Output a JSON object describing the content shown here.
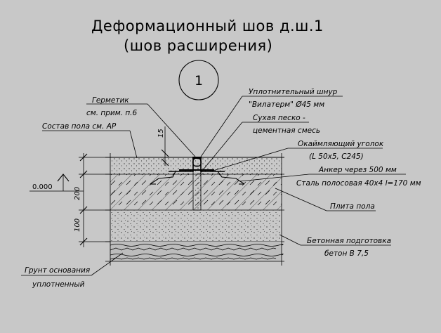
{
  "title": {
    "line1": "Деформационный шов д.ш.1",
    "line2": "(шов расширения)"
  },
  "detail_number": "1",
  "labels": {
    "sealant_1": "Герметик",
    "sealant_2": "см. прим. п.6",
    "floor_composition": "Состав пола см. АР",
    "cord_1": "Уплотнительный шнур",
    "cord_2": "\"Вилатерм\" Ø45 мм",
    "dry_mix_1": "Сухая песко -",
    "dry_mix_2": "цементная смесь",
    "angle_1": "Окаймляющий уголок",
    "angle_2": "(L 50x5, С245)",
    "anchor": "Анкер через 500 мм",
    "steel_strip": "Сталь полосовая 40х4 l=170 мм",
    "floor_slab": "Плита пола",
    "concrete_prep_1": "Бетонная подготовка",
    "concrete_prep_2": "бетон В 7,5",
    "base_soil_1": "Грунт основания",
    "base_soil_2": "уплотненный"
  },
  "dimensions": {
    "gap": "15",
    "slab": "200",
    "prep": "100",
    "level": "0.000"
  }
}
